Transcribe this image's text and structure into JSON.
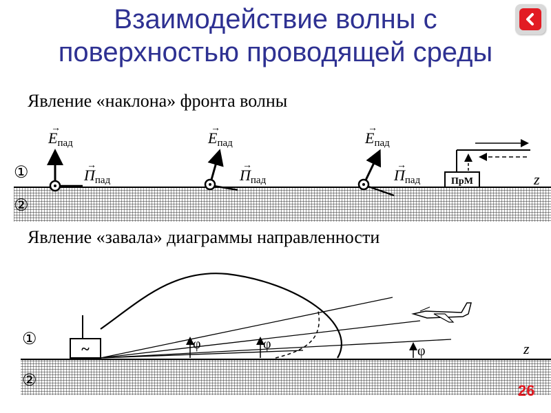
{
  "title_line1": "Взаимодействие волны с",
  "title_line2": "поверхностью проводящей среды",
  "section1_heading": "Явление «наклона» фронта волны",
  "section2_heading": "Явление «завала» диаграммы направленности",
  "diagram1": {
    "medium1_label": "①",
    "medium2_label": "②",
    "E_symbol": "E",
    "P_symbol": "П",
    "subscript": "пад",
    "receiver_label": "ПрМ",
    "axis_label": "z"
  },
  "diagram2": {
    "medium1_label": "①",
    "medium2_label": "②",
    "source_symbol": "~",
    "angle_symbol": "φ",
    "axis_label": "z"
  },
  "page_number": "26",
  "colors": {
    "title": "#2e3192",
    "accent": "#e21b23"
  },
  "icons": {
    "back": "chevron-left-icon"
  }
}
